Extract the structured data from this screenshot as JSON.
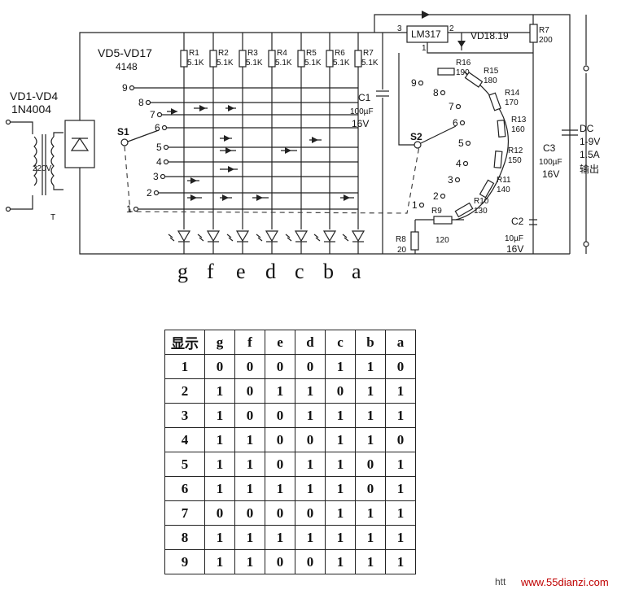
{
  "schematic": {
    "labels": {
      "vd1_vd4": "VD1-VD4",
      "n4004": "1N4004",
      "v220": "220V",
      "t": "T",
      "vd5_vd17": "VD5-VD17",
      "n4148": "4148",
      "s1": "S1",
      "s2": "S2",
      "lm317": "LM317",
      "vd18": "VD18.19",
      "pin3": "3",
      "pin2": "2",
      "pin1": "1",
      "c1": "C1",
      "c1_val": "100µF",
      "c1_v": "16V",
      "c2": "C2",
      "c2_val": "10µF",
      "c2_v": "16V",
      "c3": "C3",
      "c3_val": "100µF",
      "c3_v": "16V",
      "r7_right": "R7",
      "r7_right_val": "200",
      "r8": "R8",
      "r8_val": "20",
      "r9": "R9",
      "r9_val": "120",
      "dc": "DC",
      "dc_range": "1-9V",
      "dc_current": "1.5A",
      "dc_out": "输出"
    },
    "seg_resistors": [
      {
        "name": "R1",
        "val": "5.1K"
      },
      {
        "name": "R2",
        "val": "5.1K"
      },
      {
        "name": "R3",
        "val": "5.1K"
      },
      {
        "name": "R4",
        "val": "5.1K"
      },
      {
        "name": "R5",
        "val": "5.1K"
      },
      {
        "name": "R6",
        "val": "5.1K"
      },
      {
        "name": "R7",
        "val": "5.1K"
      }
    ],
    "segment_letters": [
      "g",
      "f",
      "e",
      "d",
      "c",
      "b",
      "a"
    ],
    "s1_positions": [
      "9",
      "8",
      "7",
      "6",
      "5",
      "4",
      "3",
      "2",
      "1"
    ],
    "s2_positions": [
      "9",
      "8",
      "7",
      "6",
      "5",
      "4",
      "3",
      "2",
      "1"
    ],
    "ladder": [
      {
        "name": "R16",
        "val": "190"
      },
      {
        "name": "R15",
        "val": "180"
      },
      {
        "name": "R14",
        "val": "170"
      },
      {
        "name": "R13",
        "val": "160"
      },
      {
        "name": "R12",
        "val": "150"
      },
      {
        "name": "R11",
        "val": "140"
      },
      {
        "name": "R10",
        "val": "130"
      }
    ]
  },
  "table": {
    "header": [
      "显示",
      "g",
      "f",
      "e",
      "d",
      "c",
      "b",
      "a"
    ],
    "rows": [
      [
        "1",
        "0",
        "0",
        "0",
        "0",
        "1",
        "1",
        "0"
      ],
      [
        "2",
        "1",
        "0",
        "1",
        "1",
        "0",
        "1",
        "1"
      ],
      [
        "3",
        "1",
        "0",
        "0",
        "1",
        "1",
        "1",
        "1"
      ],
      [
        "4",
        "1",
        "1",
        "0",
        "0",
        "1",
        "1",
        "0"
      ],
      [
        "5",
        "1",
        "1",
        "0",
        "1",
        "1",
        "0",
        "1"
      ],
      [
        "6",
        "1",
        "1",
        "1",
        "1",
        "1",
        "0",
        "1"
      ],
      [
        "7",
        "0",
        "0",
        "0",
        "0",
        "1",
        "1",
        "1"
      ],
      [
        "8",
        "1",
        "1",
        "1",
        "1",
        "1",
        "1",
        "1"
      ],
      [
        "9",
        "1",
        "1",
        "0",
        "0",
        "1",
        "1",
        "1"
      ]
    ]
  },
  "watermark": {
    "prefix": "htt",
    "site": "www.55dianzi.com"
  }
}
